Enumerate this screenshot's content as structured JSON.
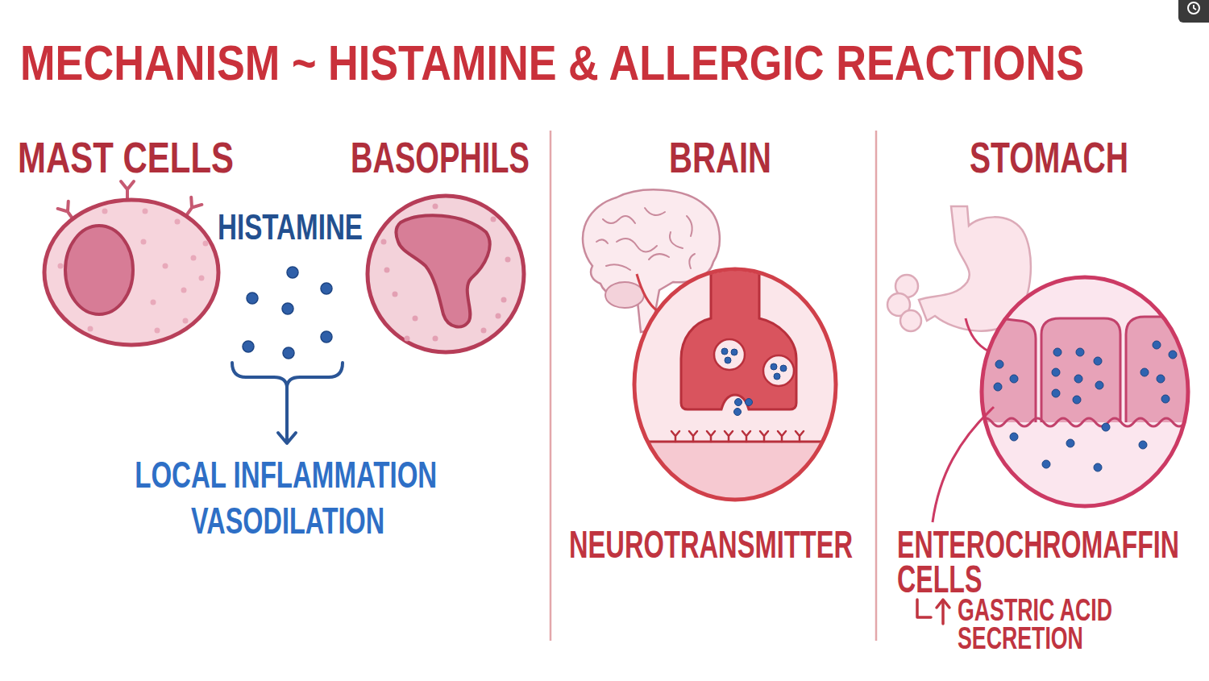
{
  "diagram": {
    "title": "MECHANISM ~ HISTAMINE & ALLERGIC REACTIONS",
    "labels": [
      "MAST CELLS",
      "HISTAMINE",
      "BASOPHILS",
      "LOCAL INFLAMMATION",
      "VASODILATION",
      "BRAIN",
      "NEUROTRANSMITTER",
      "STOMACH",
      "ENTEROCHROMAFFIN CELLS",
      "GASTRIC ACID SECRETION"
    ]
  }
}
